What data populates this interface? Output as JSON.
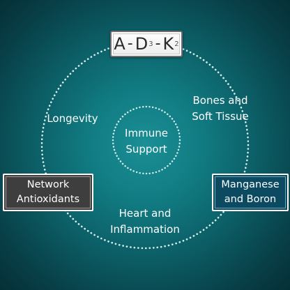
{
  "center": {
    "line1": "Immune",
    "line2": "Support"
  },
  "top_badge": {
    "a": "A",
    "d": "D",
    "d_sub": "3",
    "k": "K",
    "k_sub": "2"
  },
  "labels": {
    "longevity": "Longevity",
    "bones_line1": "Bones and",
    "bones_line2": "Soft Tissue",
    "heart_line1": "Heart and",
    "heart_line2": "Inflammation"
  },
  "boxes": {
    "network_line1": "Network",
    "network_line2": "Antioxidants",
    "manganese_line1": "Manganese",
    "manganese_line2": "and Boron"
  },
  "colors": {
    "background_center": "#1a8f95",
    "background_edge": "#062f36",
    "dots": "#d8f2f2",
    "network_box": "#3e3e3e",
    "manganese_box": "#0b4a61"
  }
}
